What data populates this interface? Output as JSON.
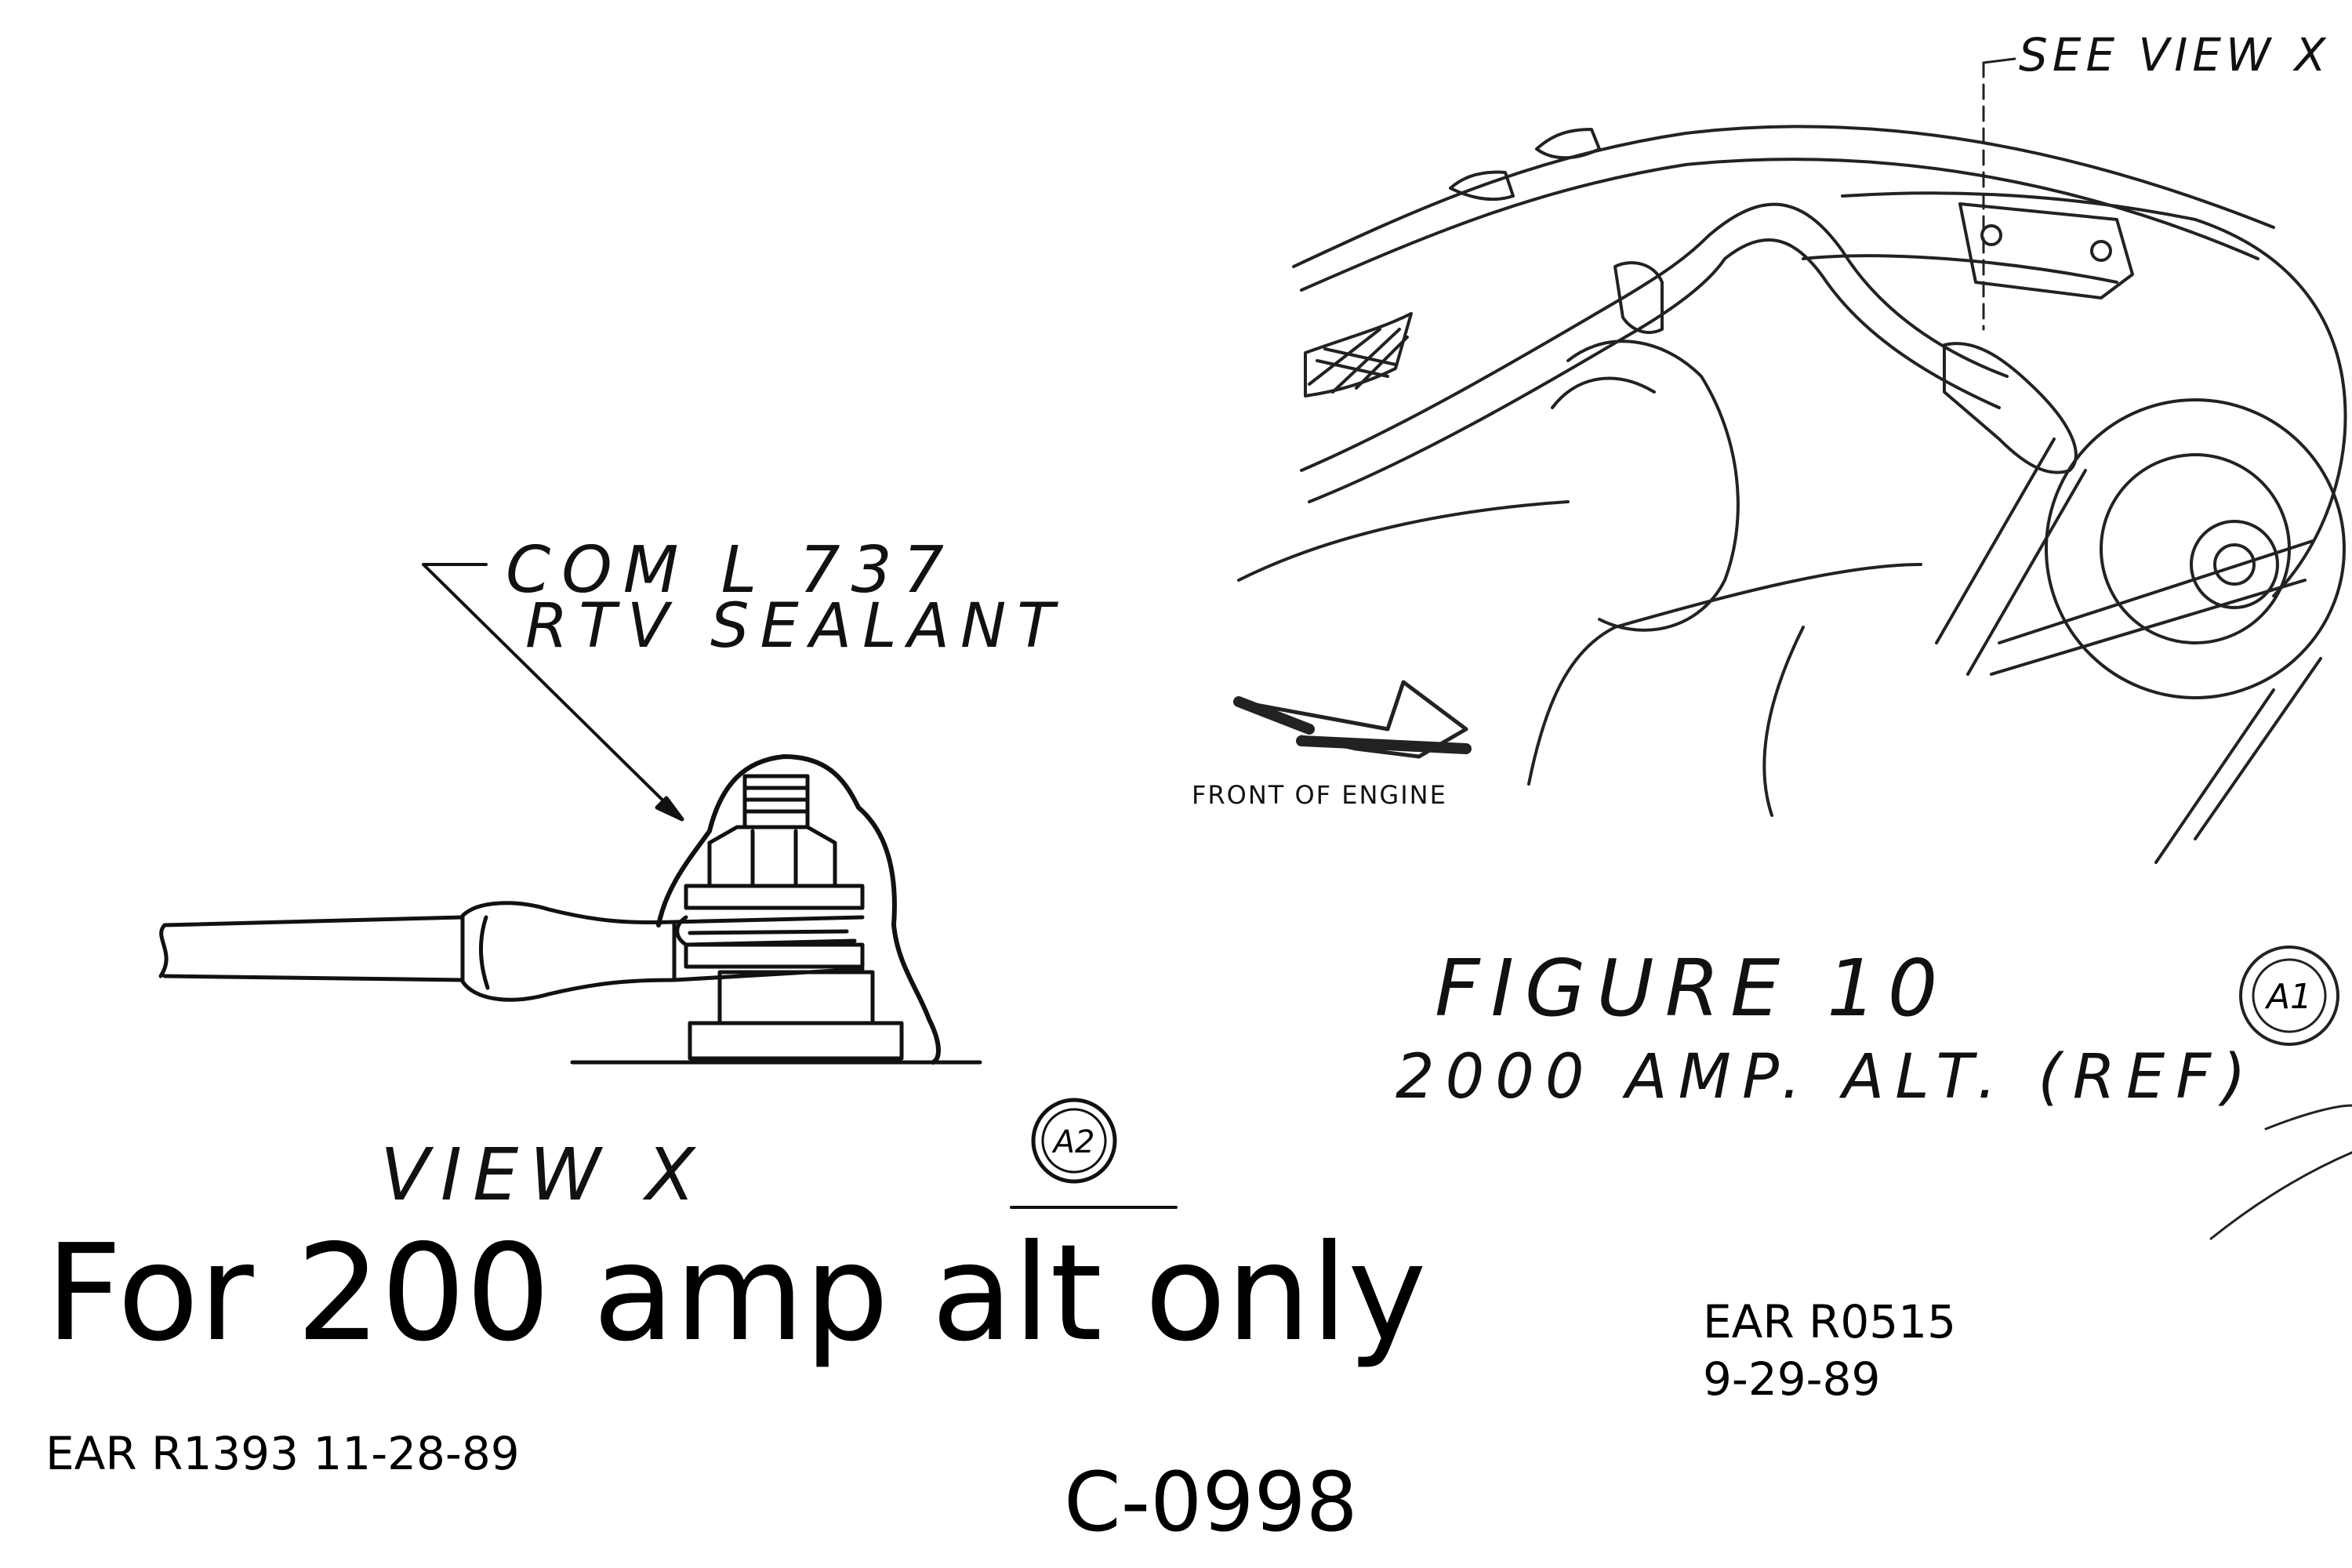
{
  "view_x": {
    "callout_line1": "COM L 737",
    "callout_line2": "RTV SEALANT",
    "title": "VIEW X",
    "stamp": "A2"
  },
  "figure": {
    "see_view": "SEE VIEW X",
    "front_label": "FRONT OF ENGINE",
    "title": "FIGURE 10",
    "subtitle": "2000 AMP. ALT. (REF)",
    "stamp": "A1"
  },
  "captions": {
    "main": "For 200 amp alt only",
    "ear_left": "EAR R1393 11-28-89",
    "ear_right_line1": "EAR R0515",
    "ear_right_line2": "9-29-89",
    "code": "C-0998"
  }
}
